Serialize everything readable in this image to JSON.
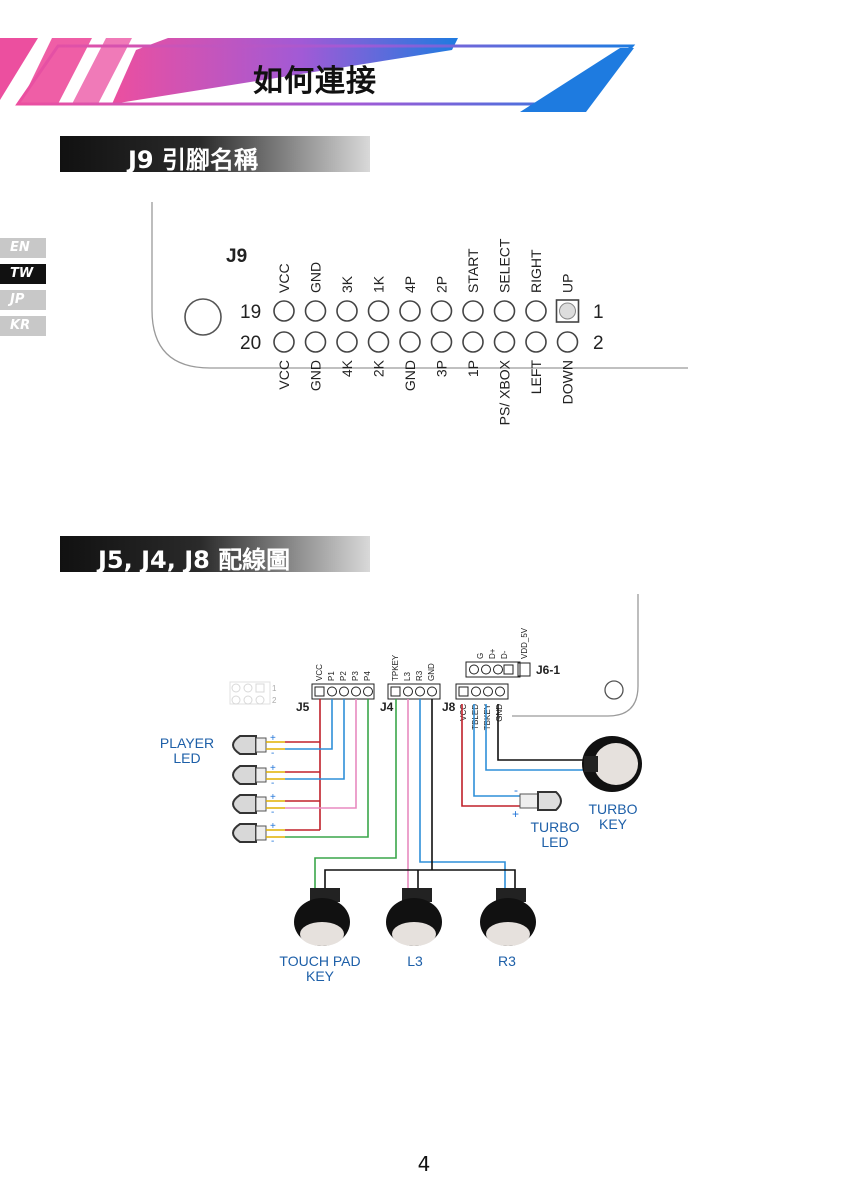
{
  "banner": {
    "title": "如何連接"
  },
  "language_tabs": [
    "EN",
    "TW",
    "JP",
    "KR"
  ],
  "section1": {
    "title": "J9 引腳名稱"
  },
  "j9": {
    "connector_label": "J9",
    "row_labels": {
      "top_left": "19",
      "bottom_left": "20",
      "top_right": "1",
      "bottom_right": "2"
    },
    "top_pins": [
      "VCC",
      "GND",
      "3K",
      "1K",
      "4P",
      "2P",
      "START",
      "SELECT",
      "RIGHT",
      "UP"
    ],
    "bottom_pins": [
      "VCC",
      "GND",
      "4K",
      "2K",
      "GND",
      "3P",
      "1P",
      "PS/ XBOX",
      "LEFT",
      "DOWN"
    ]
  },
  "section2": {
    "title": "J5, J4, J8 配線圖"
  },
  "wiring": {
    "j5_label": "J5",
    "j4_label": "J4",
    "j8_label": "J8",
    "j61_label": "J6-1",
    "j5_pins": [
      "VCC",
      "P1",
      "P2",
      "P3",
      "P4"
    ],
    "j4_pins": [
      "TPKEY",
      "L3",
      "R3",
      "GND"
    ],
    "j8_pins": [
      "VCC",
      "TBLED",
      "TBKEY",
      "GND"
    ],
    "j61_pins": [
      "G",
      "D+",
      "D-",
      "VDD_5V"
    ],
    "small_header_marks": [
      "1",
      "2"
    ],
    "player_led_label": [
      "PLAYER",
      "LED"
    ],
    "turbo_led_label": [
      "TURBO",
      "LED"
    ],
    "turbo_key_label": [
      "TURBO",
      "KEY"
    ],
    "touch_pad_label": [
      "TOUCH PAD",
      "KEY"
    ],
    "l3_label": "L3",
    "r3_label": "R3",
    "plus": "+",
    "minus": "-"
  },
  "page_number": "4",
  "colors": {
    "pink": "#e8459a",
    "blue": "#1e73d8",
    "wire_red": "#c0202a",
    "wire_blue": "#2f8fd8",
    "wire_pink": "#e88ac0",
    "wire_green": "#3aa64a",
    "label_blue": "#1d5fa8"
  }
}
